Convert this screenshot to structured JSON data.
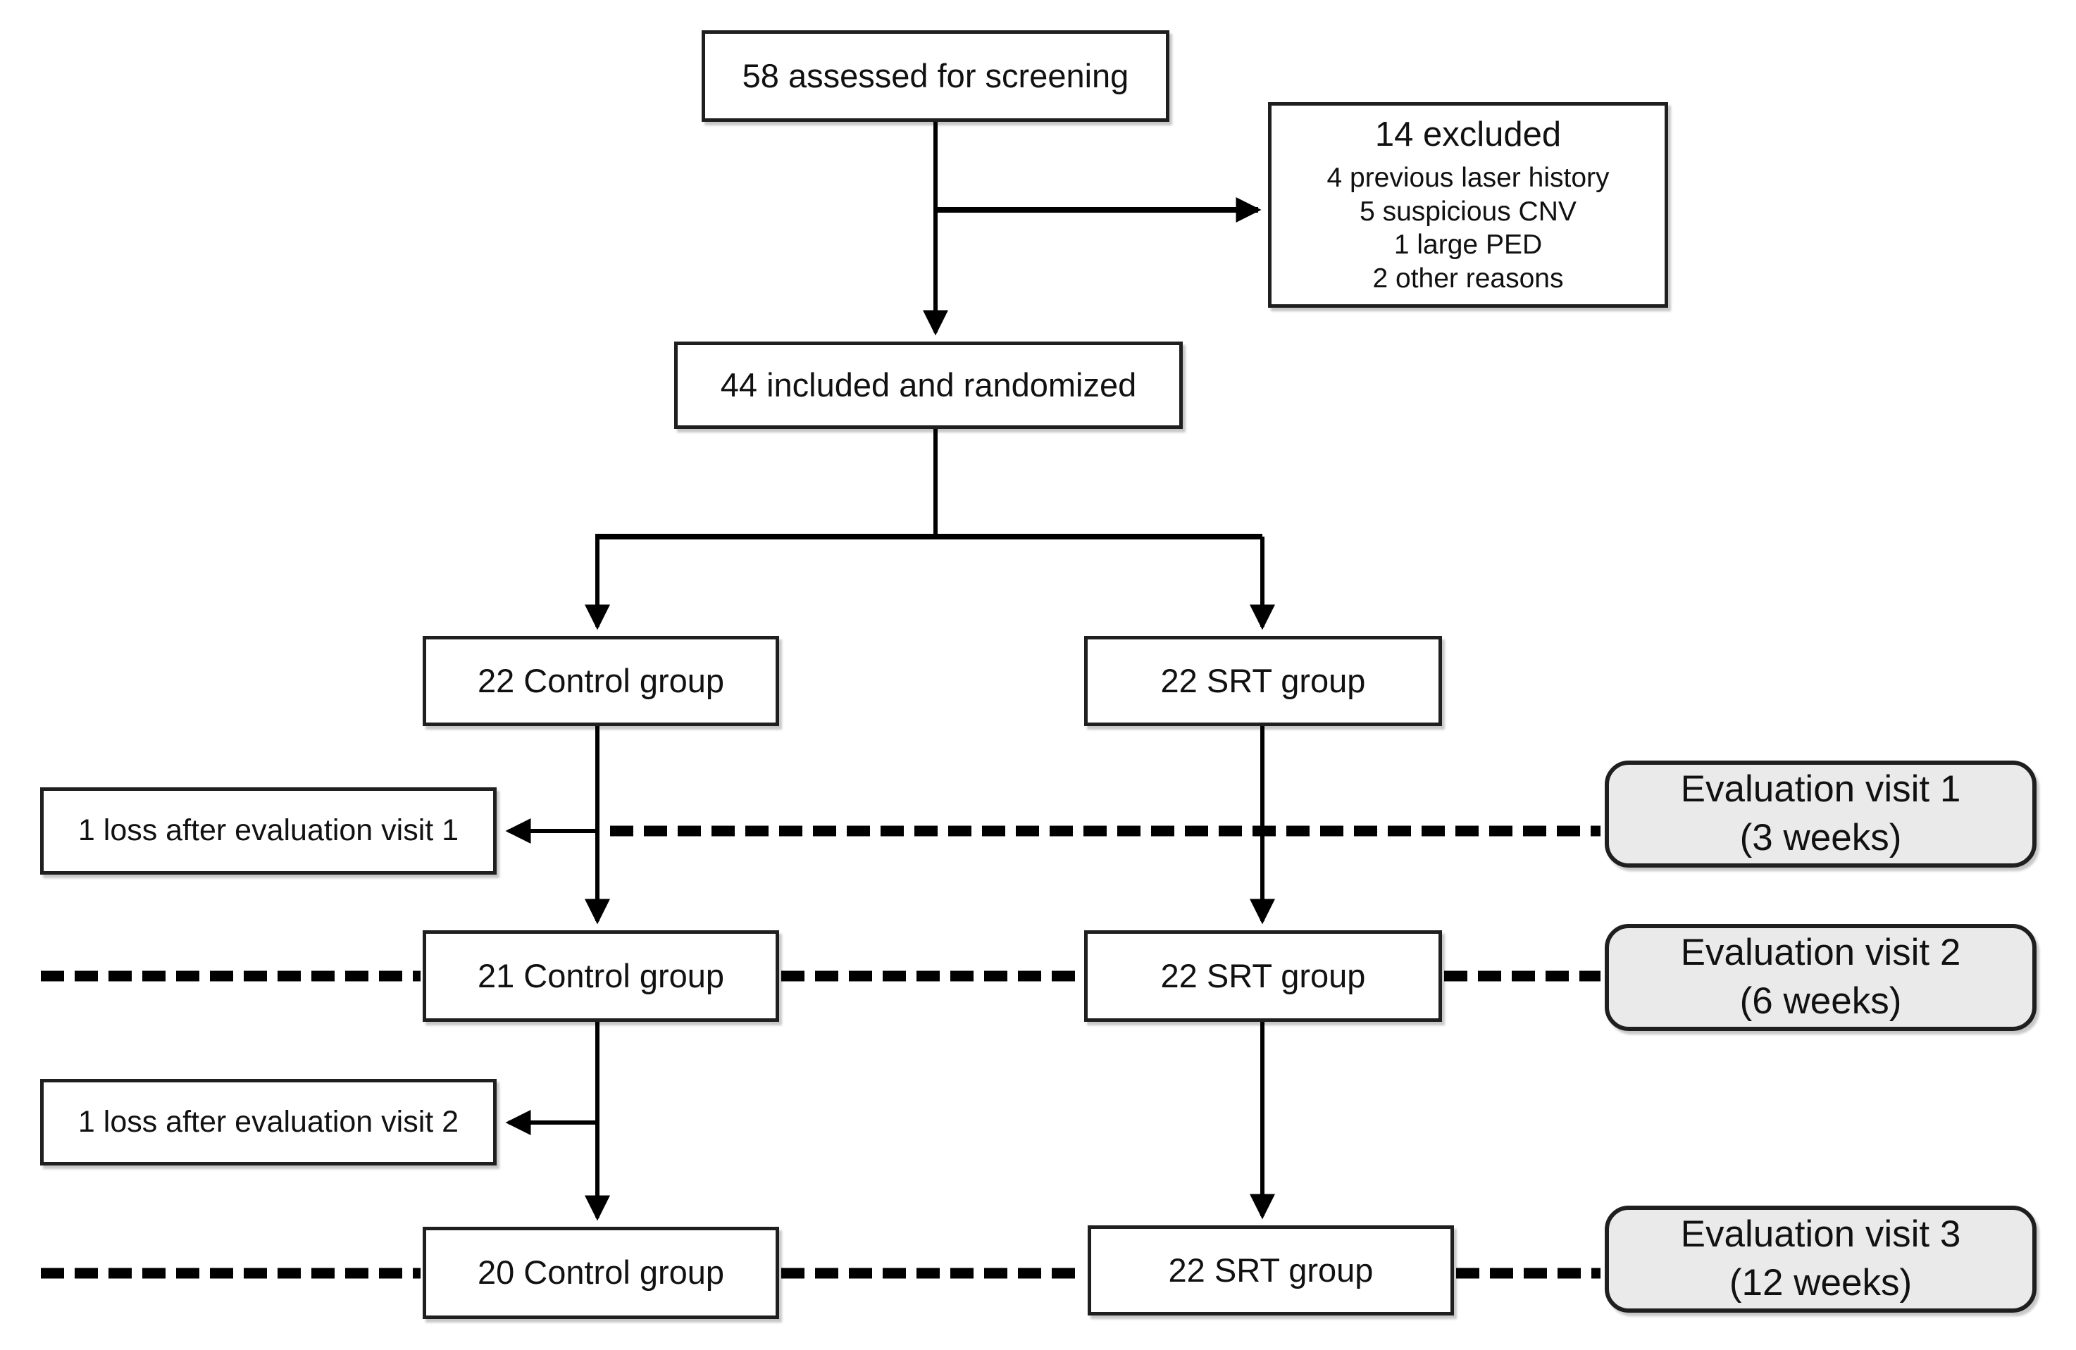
{
  "diagram": {
    "screening_label": "58 assessed for screening",
    "excluded": {
      "title": "14 excluded",
      "reasons": [
        "4 previous laser history",
        "5 suspicious CNV",
        "1 large PED",
        "2 other reasons"
      ]
    },
    "randomized_label": "44 included and randomized",
    "groups": {
      "row1_control": "22 Control group",
      "row1_srt": "22 SRT group",
      "row2_control": "21 Control group",
      "row2_srt": "22 SRT group",
      "row3_control": "20 Control group",
      "row3_srt": "22 SRT group"
    },
    "losses": {
      "after_visit1": "1 loss after evaluation visit 1",
      "after_visit2": "1 loss after evaluation visit 2"
    },
    "visits": [
      {
        "title": "Evaluation visit 1",
        "timing": "(3 weeks)"
      },
      {
        "title": "Evaluation visit 2",
        "timing": "(6 weeks)"
      },
      {
        "title": "Evaluation visit 3",
        "timing": "(12 weeks)"
      }
    ],
    "colors": {
      "line": "#000000",
      "box_border": "#1f1f1f",
      "box_fill": "#ffffff",
      "visit_fill": "#eaeaea",
      "text": "#111111",
      "background": "#ffffff"
    }
  }
}
